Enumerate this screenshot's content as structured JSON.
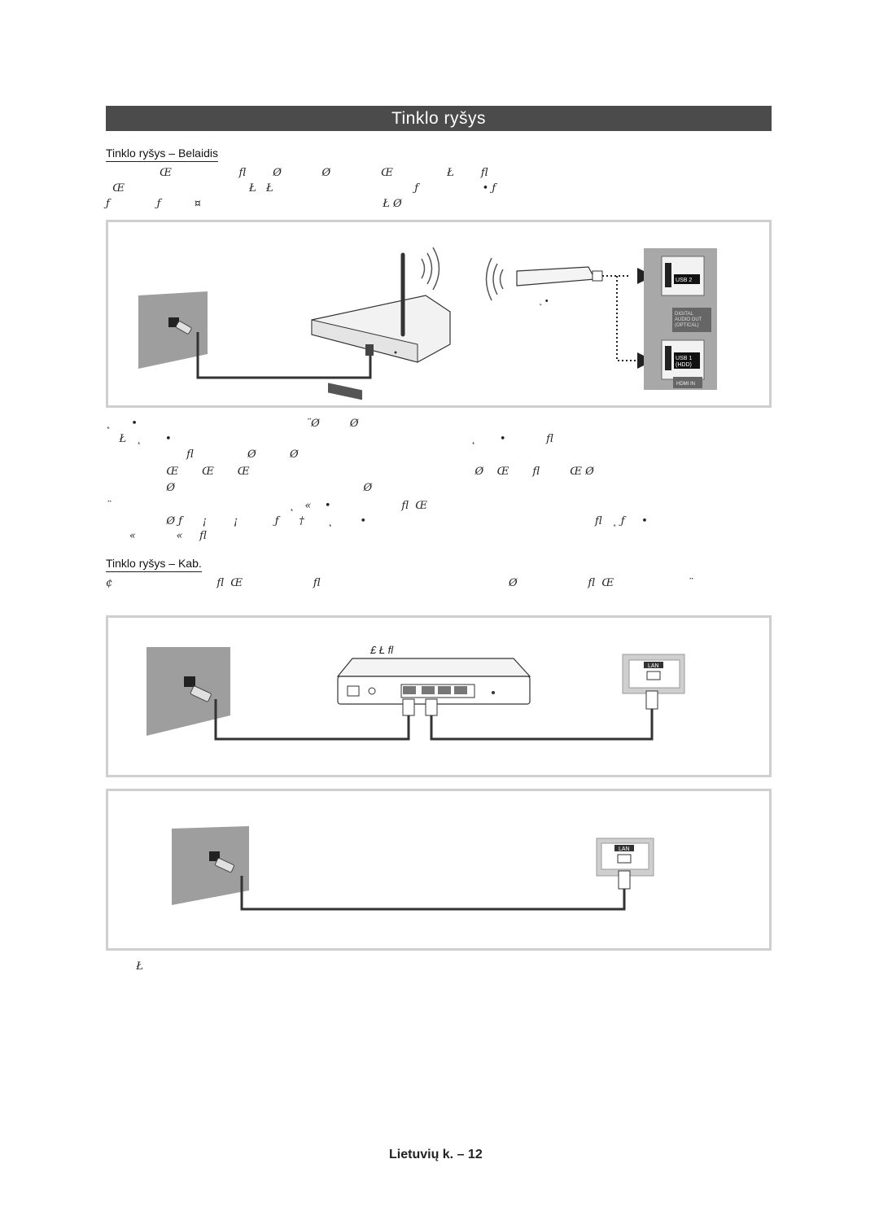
{
  "page": {
    "title": "Tinklo ryšys",
    "footer": "Lietuvių k. – 12"
  },
  "wireless_section": {
    "heading": "Tinklo ryšys – Belaidis",
    "intro_lines": [
      "                Œ                    ﬂ        Ø            Ø               Œ                Ł        ﬂ",
      "  Œ                                     Ł   Ł                                          ƒ                   • ƒ",
      "ƒ              ƒ          ¤                                                      Ł Ø"
    ],
    "figure_labels": {
      "adapter_label": "˛      •",
      "usb2": "USB 2",
      "digital_audio": "DIGITAL\nAUDIO OUT\n(OPTICAL)",
      "usb1": "USB 1",
      "hdd": "(HDD)",
      "hdmi_in": "HDMI IN"
    },
    "notes_lines": [
      "˛      •                                                  ¨Ø         Ø",
      "    Ł   ˛       •                                                                                         ˛       •            ﬂ",
      "                        ﬂ                Ø          Ø",
      "                  Œ       Œ       Œ                                                                   Ø    Œ       ﬂ         Œ Ø",
      "                  Ø                                                        Ø",
      "¨                                                     ˛   «    •                     ﬂ  Œ",
      "                  Ø ƒ      ¡        ¡           ƒ      †       ˛        •                                                                    ﬂ   ˛ ƒ     •",
      "       «            «     ﬂ"
    ]
  },
  "cable_section": {
    "heading": "Tinklo ryšys – Kab.",
    "intro_line": "¢                               ﬂ  Œ                     ﬂ                                                        Ø                     ﬂ  Œ                      ¨",
    "router_label": "£                  Ł           ﬂ",
    "lan_label_1": "LAN",
    "lan_label_2": "LAN",
    "note": "         Ł"
  }
}
